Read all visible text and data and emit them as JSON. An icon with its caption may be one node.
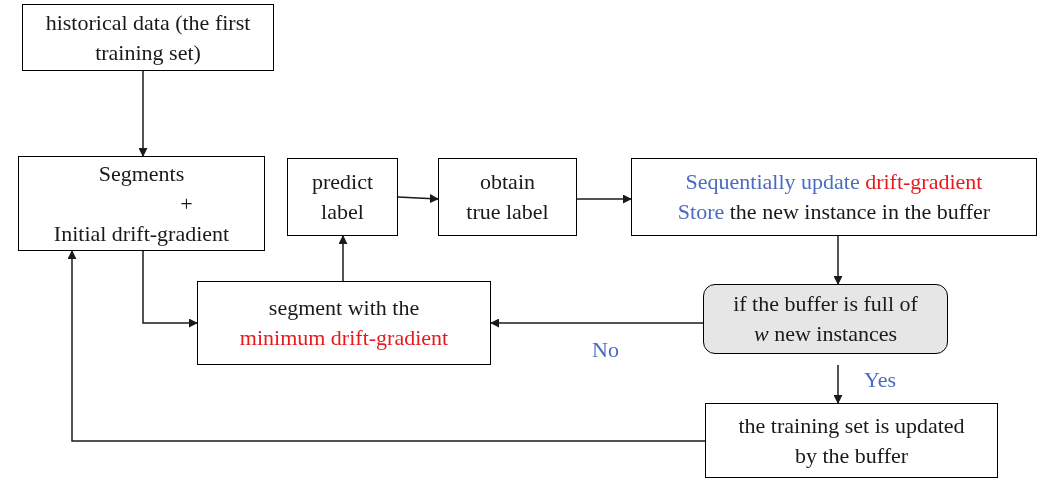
{
  "diagram": {
    "nodes": [
      {
        "text": [
          "historical data (the first training set)"
        ]
      },
      {
        "text": [
          "Segments",
          "+",
          "Initial drift-gradient"
        ]
      },
      {
        "text": [
          "predict label"
        ]
      },
      {
        "text": [
          "obtain true label"
        ]
      },
      {
        "text": [
          "Sequentially update",
          "drift-gradient",
          "Store",
          "the new instance in the buffer"
        ]
      },
      {
        "text": [
          "if the buffer is full of *w* new instances"
        ]
      },
      {
        "text": [
          "segment with the",
          "minimum drift-gradient"
        ]
      },
      {
        "text": [
          "the training set is updated by the buffer"
        ]
      }
    ],
    "edges": [
      {
        "from": 0,
        "to": 1,
        "arrow": "to"
      },
      {
        "from": 1,
        "to": 6,
        "arrow": "to"
      },
      {
        "from": 6,
        "to": 2,
        "arrow": "to"
      },
      {
        "from": 2,
        "to": 3,
        "arrow": "to"
      },
      {
        "from": 3,
        "to": 4,
        "arrow": "to"
      },
      {
        "from": 4,
        "to": 5,
        "arrow": "to"
      },
      {
        "from": 5,
        "to": 6,
        "arrow": "to",
        "label": "No"
      },
      {
        "from": 5,
        "to": 7,
        "arrow": "to",
        "label": "Yes"
      },
      {
        "from": 7,
        "to": 1,
        "arrow": "to"
      }
    ]
  }
}
